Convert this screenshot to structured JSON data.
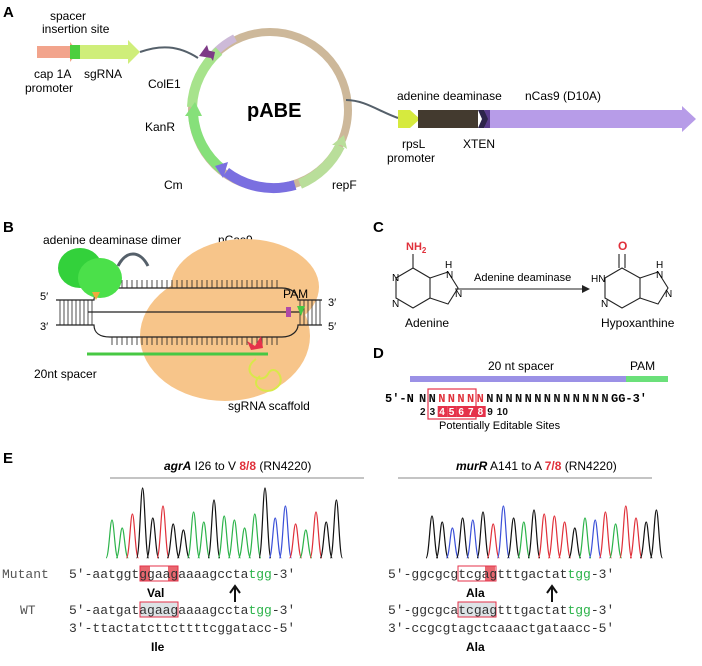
{
  "panel_a": {
    "letter": "A",
    "spacer_insertion_site": [
      "spacer",
      "insertion site"
    ],
    "cap_promoter": [
      "cap 1A",
      "promoter"
    ],
    "sgrna": "sgRNA",
    "plasmid_name": "pABE",
    "cole1": "ColE1",
    "kanr": "KanR",
    "cm": "Cm",
    "repf": "repF",
    "adenine_deaminase": "adenine deaminase",
    "ncas9_d10a": "nCas9 (D10A)",
    "rpsl_promoter": [
      "rpsL",
      "promoter"
    ],
    "xten": "XTEN",
    "colors": {
      "cap": "#f2a48c",
      "sgrna": "#cfee7a",
      "spacer": "#4ccf3e",
      "kanr": "#86e07a",
      "cm": "#7a6fe0",
      "repf": "#b9de9a",
      "backbone": "#cdb89a",
      "deaminase": "#433a2f",
      "ncas9": "#b79ce8",
      "xten": "#5a3c8c",
      "rpsl": "#d6ea3e",
      "cole1": "#a7e38c",
      "ori_marker": "#7d3a86"
    }
  },
  "panel_b": {
    "letter": "B",
    "adenine_deaminase_dimer": "adenine deaminase dimer",
    "ncas9": "nCas9",
    "pam": "PAM",
    "five_prime_left": "5′",
    "three_prime_left": "3′",
    "three_prime_right": "3′",
    "five_prime_right": "5′",
    "spacer_20nt": "20nt spacer",
    "sgrna_scaffold": "sgRNA scaffold"
  },
  "panel_c": {
    "letter": "C",
    "nh2": "NH",
    "nh2_sub": "2",
    "h_label": "H",
    "n_label": "N",
    "o_label": "O",
    "hn_label": "HN",
    "reaction_label": "Adenine deaminase",
    "adenine": "Adenine",
    "hypoxanthine": "Hypoxanthine"
  },
  "panel_d": {
    "letter": "D",
    "spacer_label": "20 nt spacer",
    "pam_label": "PAM",
    "seq_prefix": "5'-N",
    "seq_n": [
      "N",
      "N",
      "N",
      "N",
      "N",
      "N",
      "N",
      "N",
      "N",
      "N",
      "N",
      "N",
      "N",
      "N",
      "N",
      "N",
      "N",
      "N",
      "N",
      "N"
    ],
    "seq_suffix": "GG-3'",
    "pos_numbers": [
      "2",
      "3",
      "4",
      "5",
      "6",
      "7",
      "8",
      "9",
      "10"
    ],
    "editable_label": "Potentially Editable Sites"
  },
  "panel_e": {
    "letter": "E",
    "left_title": {
      "gene": "agrA",
      "change": " I26 to V ",
      "ratio": "8/8",
      "strain": " (RN4220)"
    },
    "right_title": {
      "gene": "murR",
      "change": " A141 to A ",
      "ratio": "7/8",
      "strain": " (RN4220)"
    },
    "mutant_label": "Mutant",
    "wt_label": "WT",
    "left": {
      "mutant_seq": [
        "5'-aatg",
        "gtg",
        "gaagaaaagccta",
        "tgg",
        "-3'"
      ],
      "wt_seq": [
        "5'-aatg",
        "ata",
        "gaagaaaagccta",
        "tgg",
        "-3'"
      ],
      "wt_bottom": "3'-ttactatcttcttttcggatacc-5'",
      "mutant_aa": "Val",
      "wt_aa": "Ile"
    },
    "right": {
      "mutant_seq": [
        "5'-ggc",
        "gcg",
        "tcgagtttgactat",
        "tgg",
        "-3'"
      ],
      "wt_seq": [
        "5'-ggc",
        "gca",
        "tcgagtttgactat",
        "tgg",
        "-3'"
      ],
      "wt_bottom": "3'-ccgcgtagctcaaactgataacc-5'",
      "mutant_aa": "Ala",
      "wt_aa": "Ala"
    },
    "trace_colors": {
      "a": "#2cb34a",
      "c": "#3a4fd8",
      "g": "#111111",
      "t": "#e0303a"
    }
  }
}
